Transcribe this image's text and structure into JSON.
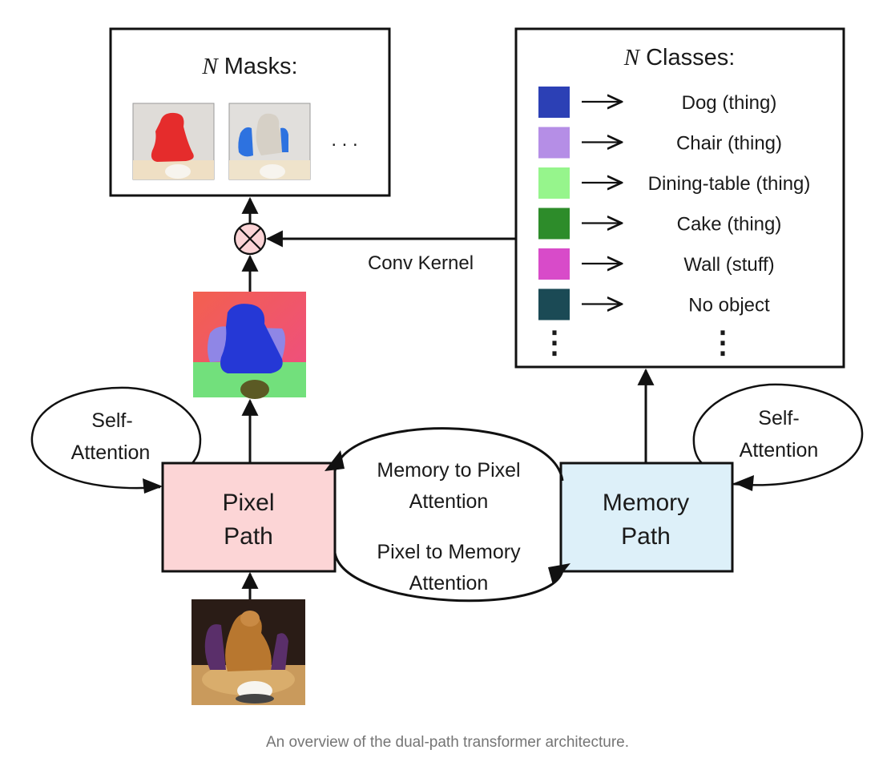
{
  "masks_box": {
    "title_var": "N",
    "title_rest": " Masks:",
    "ellipsis": ". . ."
  },
  "classes_box": {
    "title_var": "N",
    "title_rest": " Classes:",
    "items": [
      {
        "label": "Dog (thing)",
        "color": "#2c40b5"
      },
      {
        "label": "Chair (thing)",
        "color": "#b58ee6"
      },
      {
        "label": "Dining-table (thing)",
        "color": "#96f58c"
      },
      {
        "label": "Cake (thing)",
        "color": "#2d8c2a"
      },
      {
        "label": "Wall (stuff)",
        "color": "#d84bc9"
      },
      {
        "label": "No object",
        "color": "#1b4a55"
      }
    ],
    "ellipsis": "⋮"
  },
  "conv_kernel_label": "Conv Kernel",
  "pixel_path": {
    "line1": "Pixel",
    "line2": "Path",
    "fill": "#fcd5d6"
  },
  "memory_path": {
    "line1": "Memory",
    "line2": "Path",
    "fill": "#ddf0f9"
  },
  "self_attention_left": {
    "line1": "Self-",
    "line2": "Attention"
  },
  "self_attention_right": {
    "line1": "Self-",
    "line2": "Attention"
  },
  "memory_to_pixel": {
    "line1": "Memory to Pixel",
    "line2": "Attention"
  },
  "pixel_to_memory": {
    "line1": "Pixel to Memory",
    "line2": "Attention"
  },
  "multiply_symbol": "⊗",
  "caption": "An overview of the dual-path transformer architecture."
}
